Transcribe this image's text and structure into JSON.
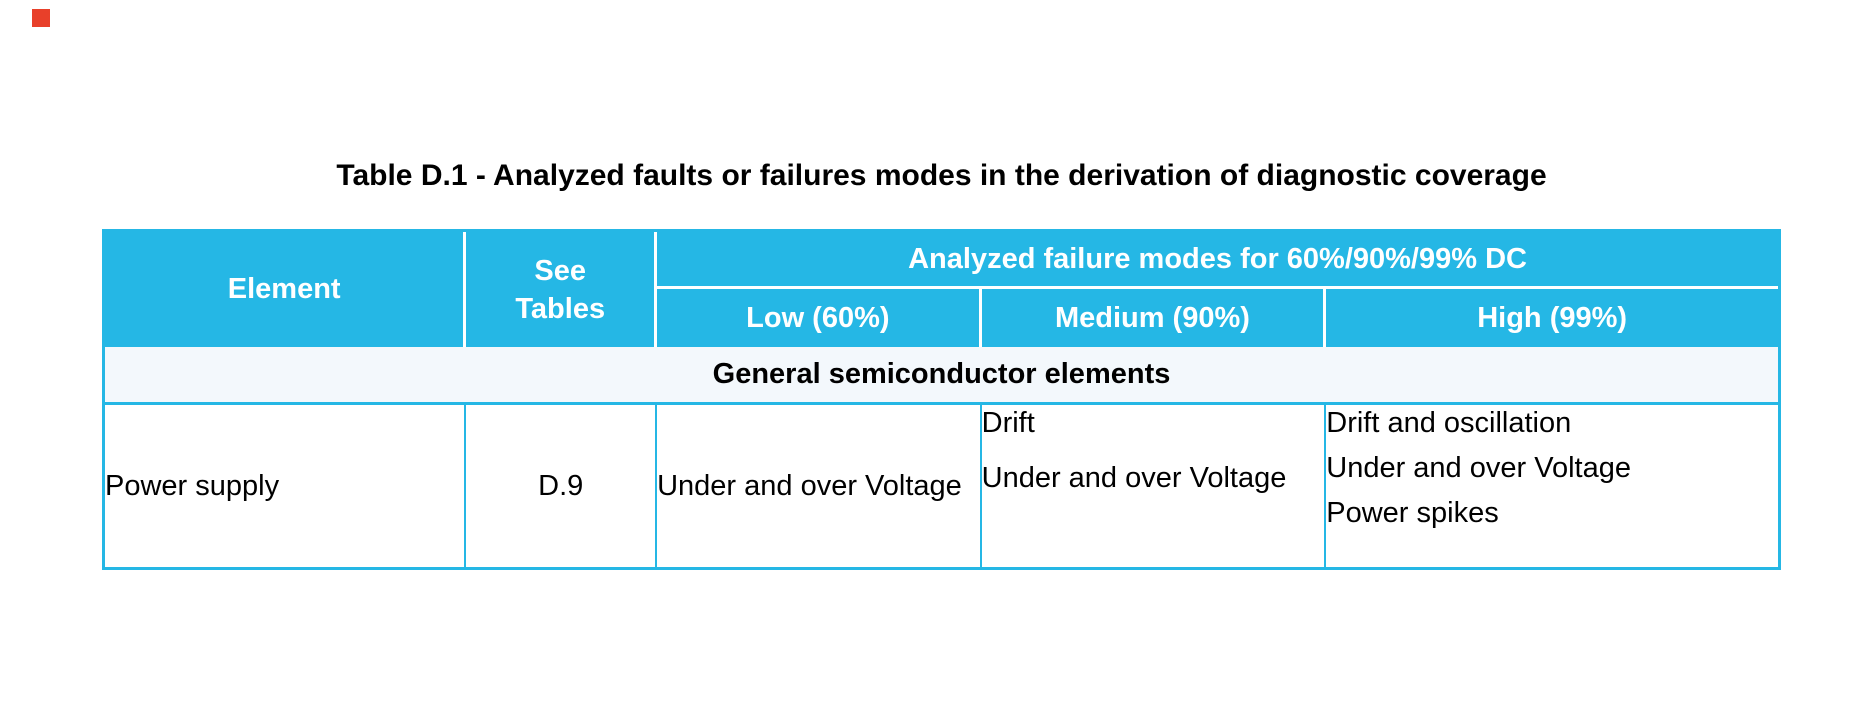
{
  "marker": {
    "color": "#e8402a"
  },
  "title": "Table D.1 - Analyzed faults or failures modes in the derivation of diagnostic coverage",
  "colors": {
    "header_bg": "#25b7e5",
    "header_text": "#ffffff",
    "table_border": "#25b7e5",
    "section_bg": "#f3f8fc",
    "body_bg": "#ffffff",
    "body_text": "#000000"
  },
  "table": {
    "header": {
      "element": "Element",
      "see_tables": "See\nTables",
      "analyzed_span": "Analyzed failure modes for 60%/90%/99% DC",
      "low": "Low (60%)",
      "medium": "Medium (90%)",
      "high": "High (99%)"
    },
    "section_title": "General semiconductor elements",
    "rows": [
      {
        "element": "Power supply",
        "see_tables": "D.9",
        "low": [
          "Under and over Voltage"
        ],
        "medium": [
          "Drift",
          "Under and over Voltage"
        ],
        "high": [
          "Drift and oscillation",
          "Under and over Voltage",
          "Power spikes"
        ]
      }
    ]
  }
}
